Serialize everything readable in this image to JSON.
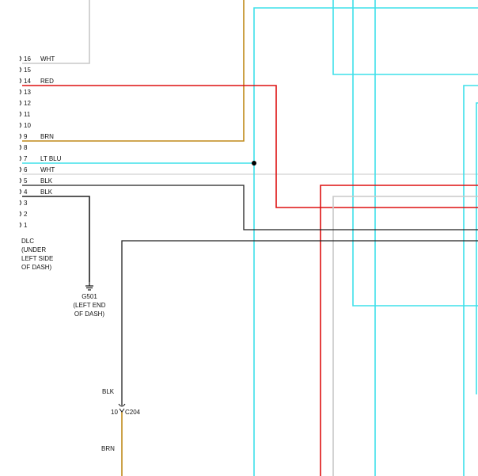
{
  "wire_colors": {
    "WHT": "#c8c8c8",
    "RED": "#dd1111",
    "BRN": "#c08a1a",
    "LT BLU": "#3ee0ea",
    "BLK": "#222222",
    "junction": "#000000"
  },
  "dlc": {
    "pins": [
      "16",
      "15",
      "14",
      "13",
      "12",
      "11",
      "10",
      "9",
      "8",
      "7",
      "6",
      "5",
      "4",
      "3",
      "2",
      "1"
    ],
    "wire_labels": {
      "pin16": "WHT",
      "pin14": "RED",
      "pin9": "BRN",
      "pin7": "LT BLU",
      "pin6": "WHT",
      "pin5": "BLK",
      "pin4": "BLK"
    },
    "caption_lines": [
      "DLC",
      "(UNDER",
      "LEFT SIDE",
      "OF DASH)"
    ]
  },
  "ground": {
    "id": "G501",
    "caption_lines": [
      "(LEFT END",
      "OF DASH)"
    ]
  },
  "connector_c204": {
    "name": "C204",
    "pin": "10",
    "wire_in": "BLK",
    "wire_out": "BRN"
  }
}
